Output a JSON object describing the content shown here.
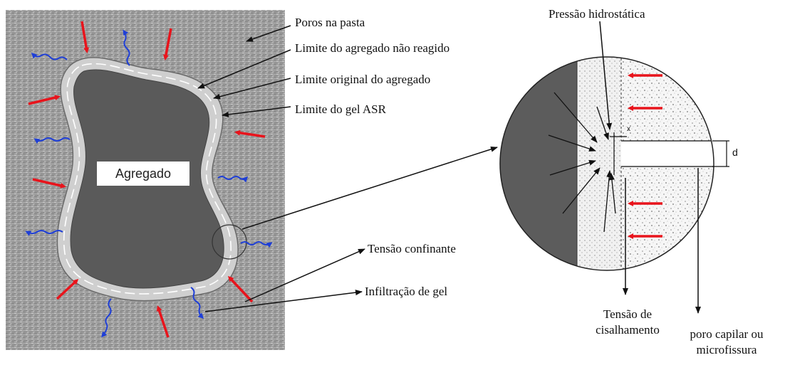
{
  "labels": {
    "pores": "Poros na pasta",
    "unreacted_boundary": "Limite do agregado não reagido",
    "original_boundary": "Limite original do agregado",
    "gel_boundary": "Limite do gel ASR",
    "aggregate": "Agregado",
    "confining_stress": "Tensão confinante",
    "gel_infiltration": "Infiltração de gel",
    "hydrostatic_pressure": "Pressão hidrostática",
    "shear_stress_line1": "Tensão de",
    "shear_stress_line2": "cisalhamento",
    "capillary_line1": "poro capilar ou",
    "capillary_line2": "microfissura",
    "dim_d": "d",
    "dim_x": "x"
  },
  "colors": {
    "paste": "#9a9a9a",
    "aggregate": "#5a5a5a",
    "gel_rim": "#cfcfcf",
    "expansion_arrow": "#e8141c",
    "infiltration_arrow": "#1f3fd6",
    "pointer": "#111111",
    "detail_dark": "#5c5c5c",
    "detail_gel": "#e6e6e6",
    "detail_paste": "#eeeeee"
  }
}
